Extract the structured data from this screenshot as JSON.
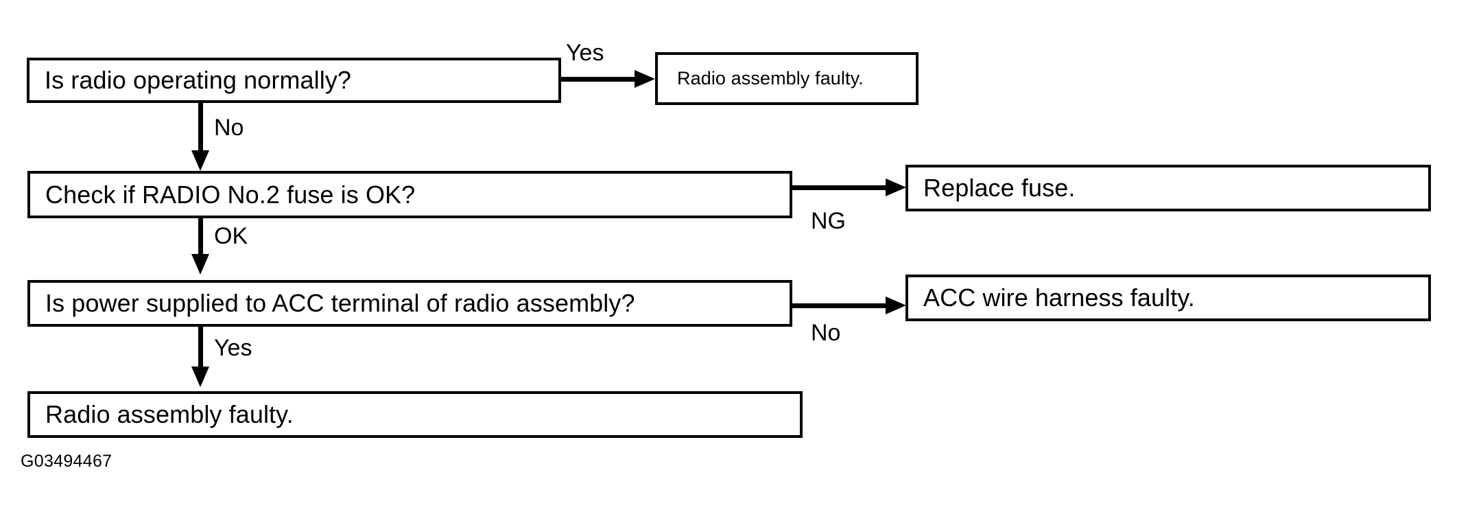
{
  "diagram": {
    "caption": "G03494467",
    "colors": {
      "background": "#ffffff",
      "stroke": "#000000",
      "text": "#000000"
    },
    "nodes": [
      {
        "id": "q1",
        "label": "Is radio operating normally?"
      },
      {
        "id": "r1",
        "label": "Radio assembly faulty."
      },
      {
        "id": "q2",
        "label": "Check if RADIO No.2 fuse is OK?"
      },
      {
        "id": "r2",
        "label": "Replace fuse."
      },
      {
        "id": "q3",
        "label": "Is power supplied to ACC terminal of radio assembly?"
      },
      {
        "id": "r3",
        "label": "ACC wire harness faulty."
      },
      {
        "id": "r4",
        "label": "Radio assembly faulty."
      }
    ],
    "edges": [
      {
        "from": "q1",
        "to": "r1",
        "label": "Yes",
        "direction": "right"
      },
      {
        "from": "q1",
        "to": "q2",
        "label": "No",
        "direction": "down"
      },
      {
        "from": "q2",
        "to": "r2",
        "label": "NG",
        "direction": "right"
      },
      {
        "from": "q2",
        "to": "q3",
        "label": "OK",
        "direction": "down"
      },
      {
        "from": "q3",
        "to": "r3",
        "label": "No",
        "direction": "right"
      },
      {
        "from": "q3",
        "to": "r4",
        "label": "Yes",
        "direction": "down"
      }
    ]
  }
}
